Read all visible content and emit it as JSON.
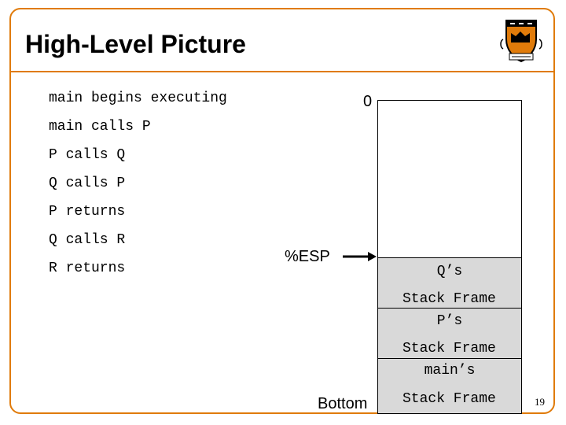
{
  "slide": {
    "title": "High-Level Picture",
    "page_number": "19"
  },
  "steps": [
    "main begins executing",
    "main calls P",
    "P calls Q",
    "Q calls P",
    "P returns",
    "Q calls R",
    "R returns"
  ],
  "stack": {
    "top_label": "0",
    "bottom_label": "Bottom",
    "pointer_label": "%ESP",
    "frames": [
      {
        "owner": "Q’s",
        "caption": "Stack Frame"
      },
      {
        "owner": "P’s",
        "caption": "Stack Frame"
      },
      {
        "owner": "main’s",
        "caption": "Stack Frame"
      }
    ]
  },
  "colors": {
    "accent": "#e07b0a",
    "frame_fill": "#d9d9d9"
  },
  "icons": {
    "logo": "princeton-shield-icon",
    "pointer": "right-arrow-icon"
  }
}
